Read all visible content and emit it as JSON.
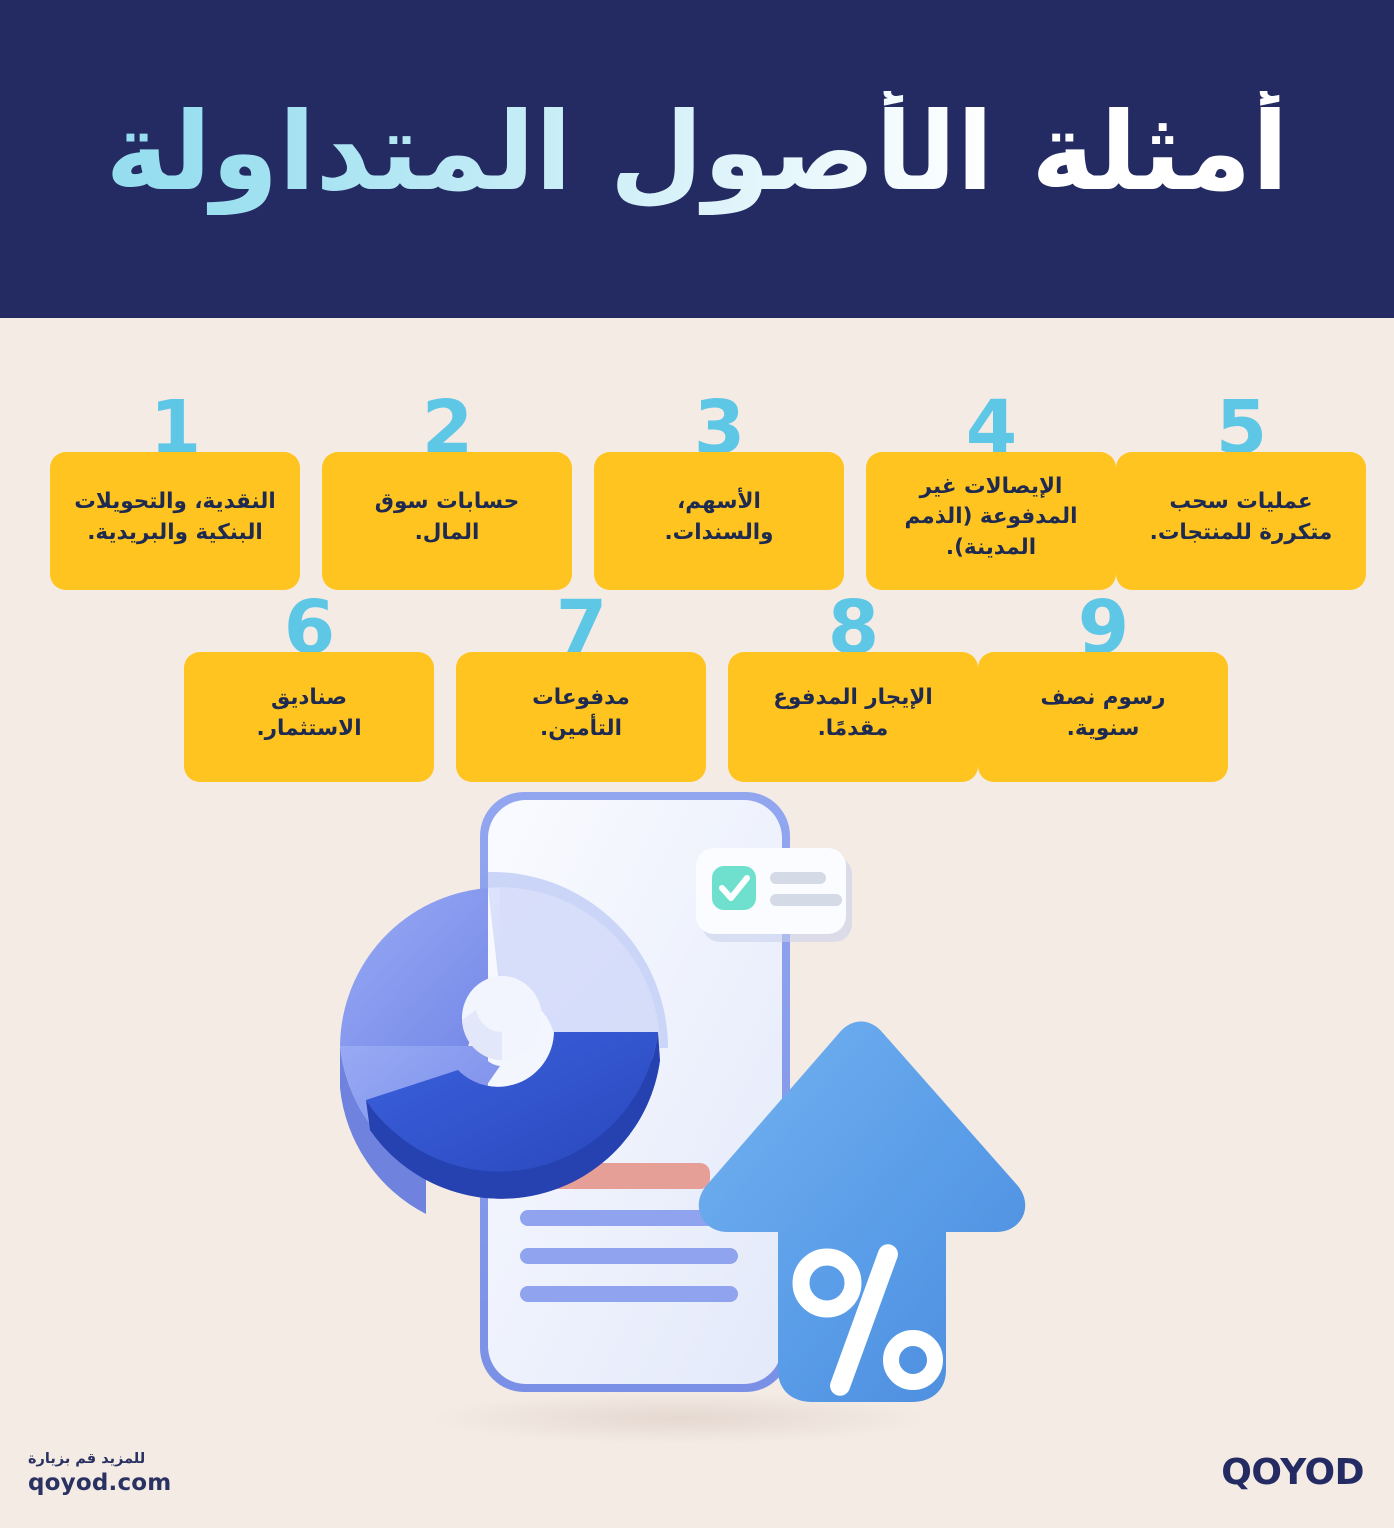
{
  "header": {
    "title": "أمثلة الأصول المتداولة",
    "background_color": "#242B63",
    "title_gradient_from": "#FFFFFF",
    "title_gradient_to": "#9CE0F0"
  },
  "page": {
    "background_color": "#F4EBE5",
    "card_color": "#FFC41F",
    "card_text_color": "#1E2A50",
    "number_color": "#5FC7E6"
  },
  "cards": {
    "row1": [
      {
        "number": "1",
        "text": "النقدية، والتحويلات\nالبنكية والبريدية."
      },
      {
        "number": "2",
        "text": "حسابات سوق\nالمال."
      },
      {
        "number": "3",
        "text": "الأسهم،\nوالسندات."
      },
      {
        "number": "4",
        "text": "الإيصالات غير\nالمدفوعة (الذمم\nالمدينة)."
      },
      {
        "number": "5",
        "text": "عمليات سحب\nمتكررة للمنتجات."
      }
    ],
    "row2": [
      {
        "number": "6",
        "text": "صناديق\nالاستثمار."
      },
      {
        "number": "7",
        "text": "مدفوعات\nالتأمين."
      },
      {
        "number": "8",
        "text": "الإيجار المدفوع\nمقدمًا."
      },
      {
        "number": "9",
        "text": "رسوم نصف\nسنوية."
      }
    ]
  },
  "illustration": {
    "name": "3d-donut-chart-document-percent-arrow",
    "donut_colors": [
      "#8296EE",
      "#CFD7F7",
      "#3457D5"
    ],
    "document_color": "#EEF1FB",
    "arrow_color": "#5AA0E8",
    "check_badge_color": "#6FE0CE",
    "percent_symbol": "%"
  },
  "footer": {
    "note_line1": "للمزيد قم بزيارة",
    "note_line2": "qoyod.com",
    "logo": "QOYOD",
    "logo_color": "#242B63"
  }
}
